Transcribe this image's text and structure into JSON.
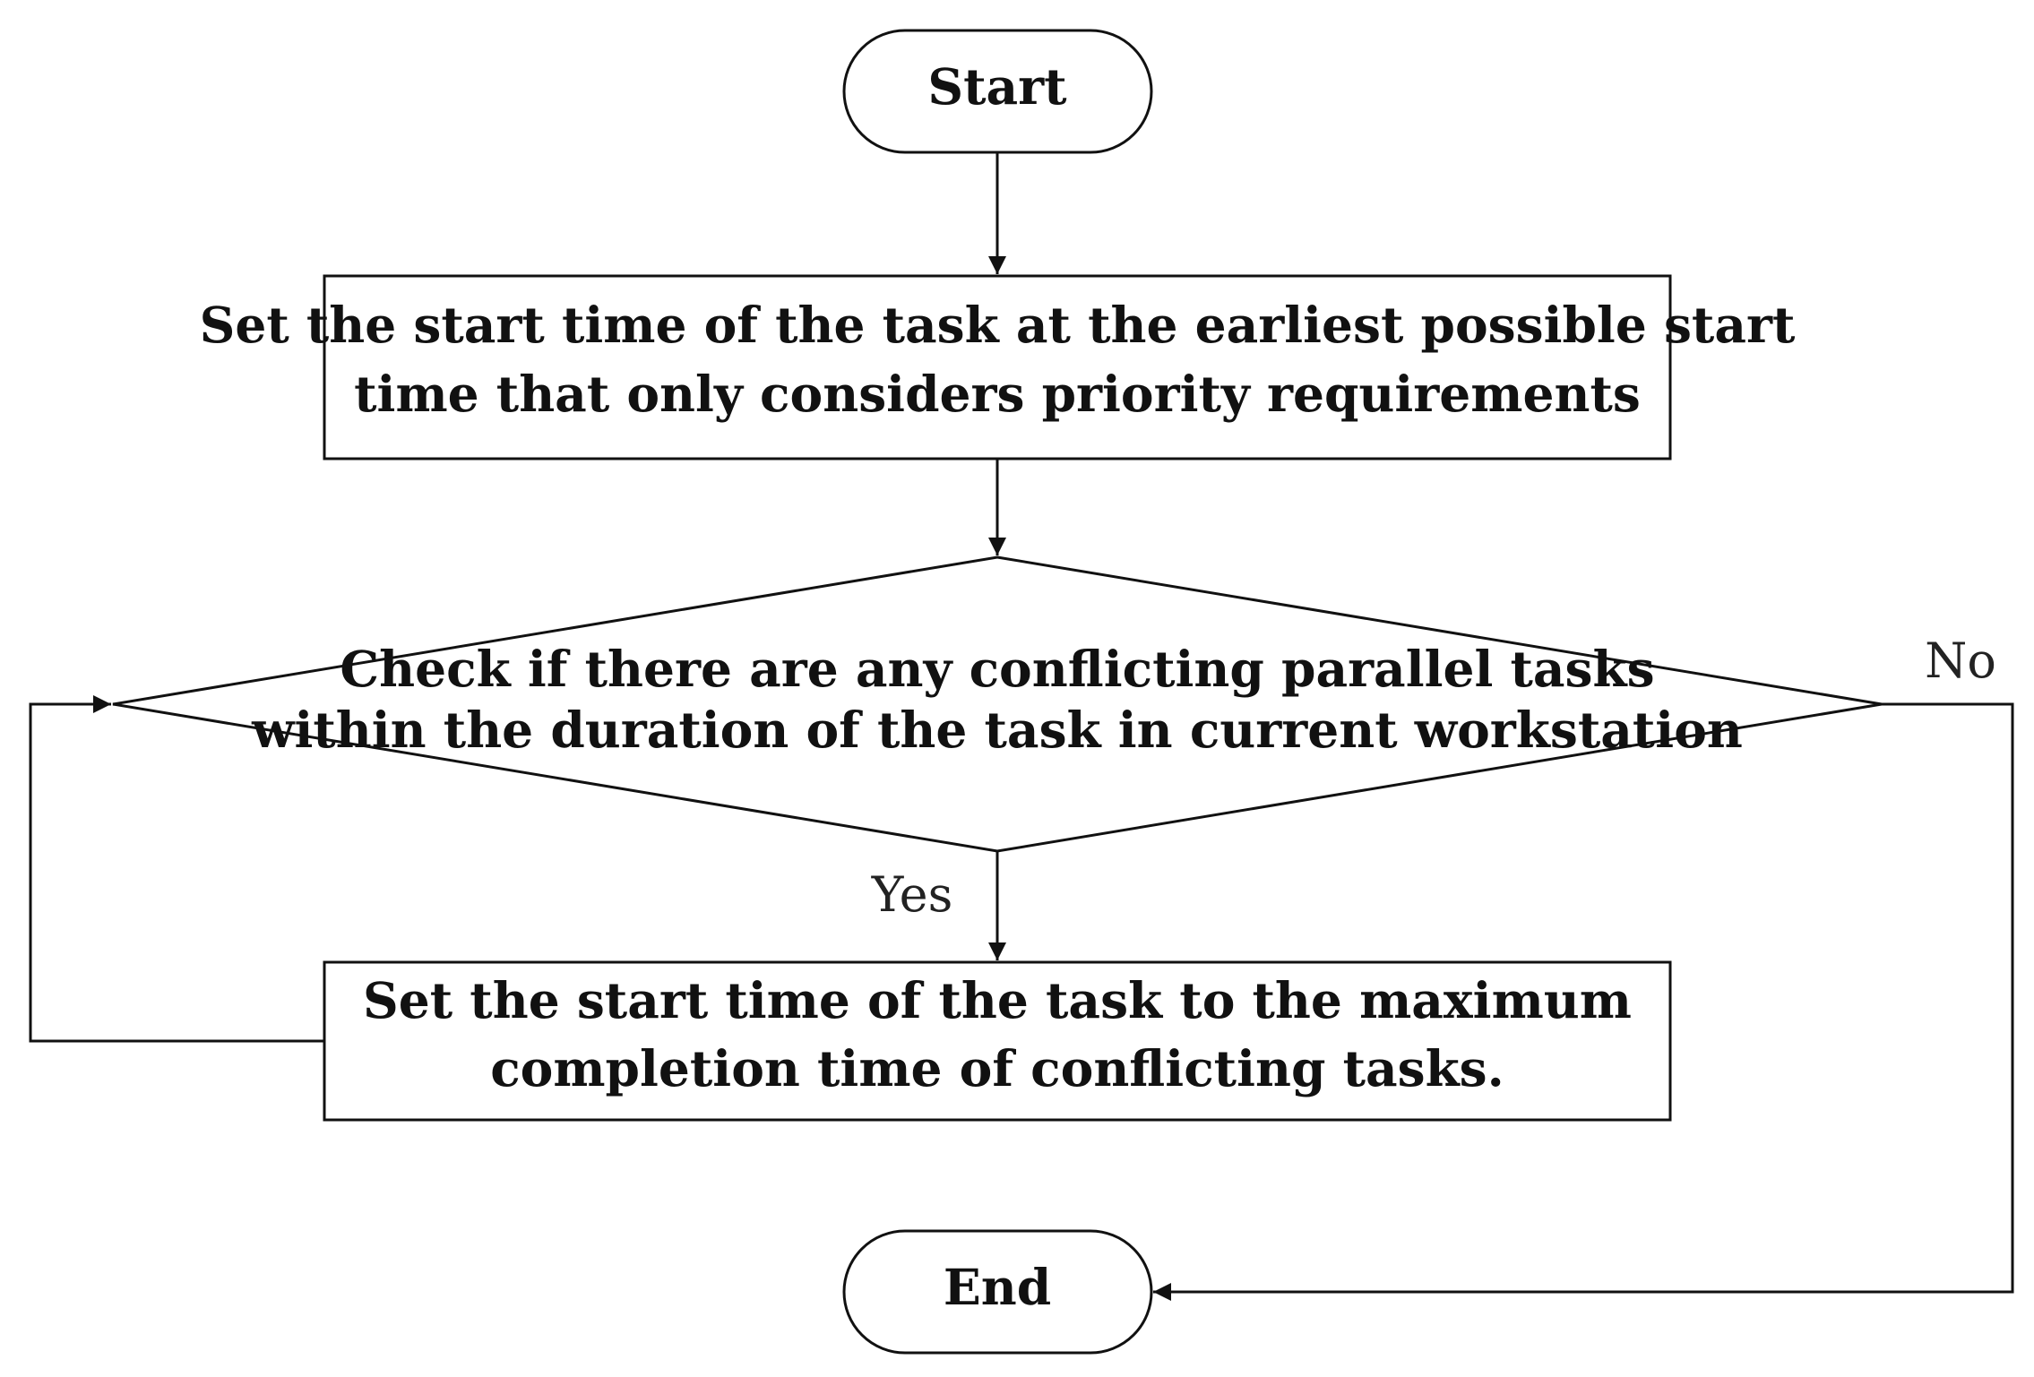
{
  "flowchart": {
    "nodes": {
      "start": {
        "label": "Start"
      },
      "set_earliest": {
        "lines": [
          "Set the start time of the task at the earliest possible start",
          "time that only considers priority requirements"
        ]
      },
      "check_conflict": {
        "lines": [
          "Check if there are any conflicting parallel tasks",
          "within the duration of the task in current workstation"
        ]
      },
      "set_max": {
        "lines": [
          "Set the start time of the task to the maximum",
          "completion time of conflicting tasks."
        ]
      },
      "end": {
        "label": "End"
      }
    },
    "labels": {
      "yes": "Yes",
      "no": "No"
    },
    "colors": {
      "stroke": "#111111",
      "text": "#111111",
      "background": "#ffffff"
    }
  }
}
